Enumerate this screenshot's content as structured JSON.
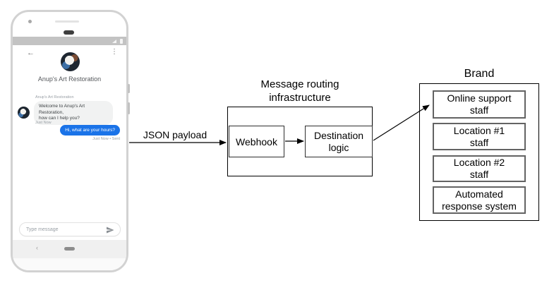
{
  "phone": {
    "status_bar": {
      "signal_icon": "signal-strength",
      "battery_icon": "battery"
    },
    "header": {
      "back_icon": "←",
      "overflow_icon": "⋮",
      "title": "Anup's Art Restoration"
    },
    "chat": {
      "sender_label": "Anup's Art Restoration",
      "incoming": {
        "text": "Welcome to Anup's Art Restoration,\nhow can I help you?",
        "timestamp": "Just Now"
      },
      "outgoing": {
        "text": "Hi, what are your hours?",
        "timestamp": "Just Now • Sent"
      }
    },
    "composer": {
      "placeholder": "Type message",
      "send_icon": "send-paper-plane"
    },
    "nav": {
      "back_icon": "‹"
    }
  },
  "diagram": {
    "payload_label": "JSON payload",
    "routing": {
      "title": "Message routing\ninfrastructure",
      "webhook": "Webhook",
      "destination": "Destination\nlogic"
    },
    "brand": {
      "title": "Brand",
      "boxes": [
        "Online support\nstaff",
        "Location #1\nstaff",
        "Location #2\nstaff",
        "Automated\nresponse system"
      ]
    }
  },
  "colors": {
    "outgoing_bubble": "#1a73e8",
    "incoming_bubble": "#f1f2f2",
    "status_bar": "#c3c3c3",
    "diagram_line": "#000000"
  }
}
